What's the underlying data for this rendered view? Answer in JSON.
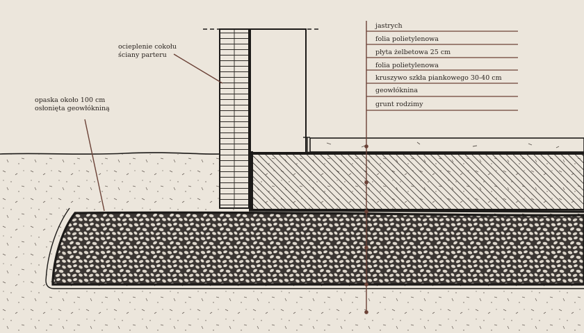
{
  "labels": {
    "insulation": [
      "ocieplenie cokołu",
      "ściany parteru"
    ],
    "band": [
      "opaska około 100 cm",
      "osłonięta geowłókniną"
    ]
  },
  "layers": [
    "jastrych",
    "folia polietylenowa",
    "płyta żelbetowa  25 cm",
    "folia polietylenowa",
    "kruszywo szkła piankowego  30-40 cm",
    "geowłóknina",
    "grunt rodzimy"
  ],
  "colors": {
    "background": "#ece6dc",
    "ink": "#1c1a18",
    "leader": "#6b4237"
  }
}
